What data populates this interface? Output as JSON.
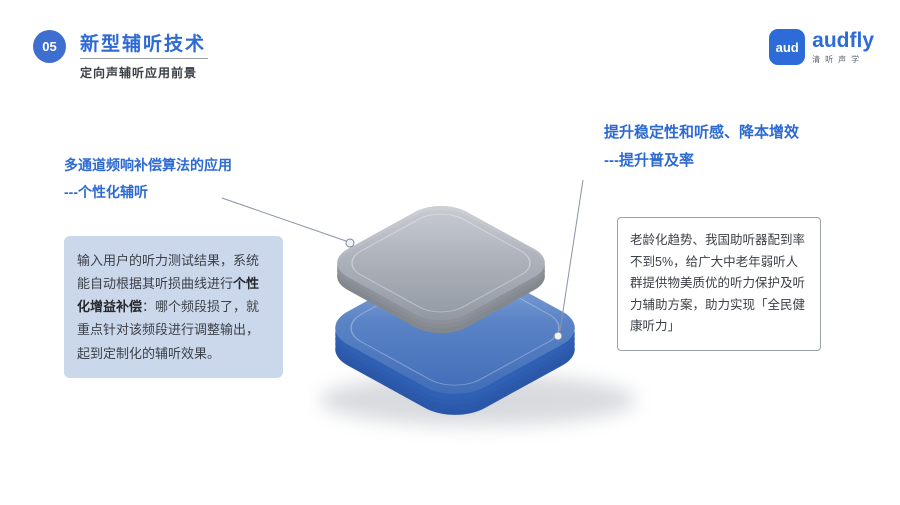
{
  "header": {
    "badge": "05",
    "title": "新型辅听技术",
    "subtitle": "定向声辅听应用前景"
  },
  "logo": {
    "mark": "aud",
    "name": "audfly",
    "tagline": "清听声学"
  },
  "left_callout": {
    "heading_line1": "多通道频响补偿算法的应用",
    "heading_line2": "---个性化辅听",
    "box": {
      "pre": "输入用户的听力测试结果，系统能自动根据其听损曲线进行",
      "bold": "个性化增益补偿",
      "post": "：哪个频段损了，就重点针对该频段进行调整输出，起到定制化的辅听效果。"
    }
  },
  "right_callout": {
    "heading_line1": "提升稳定性和听感、降本增效",
    "heading_line2": "---提升普及率",
    "box_text": "老龄化趋势、我国助听器配到率不到5%，给广大中老年弱听人群提供物美质优的听力保护及听力辅助方案，助力实现「全民健康听力」"
  },
  "diagram": {
    "gray_layer_color": "#a9aeb8",
    "blue_layer_color": "#4a77c0",
    "accent_blue": "#2d6ad3",
    "left_box_bg": "#cbd7eb"
  }
}
